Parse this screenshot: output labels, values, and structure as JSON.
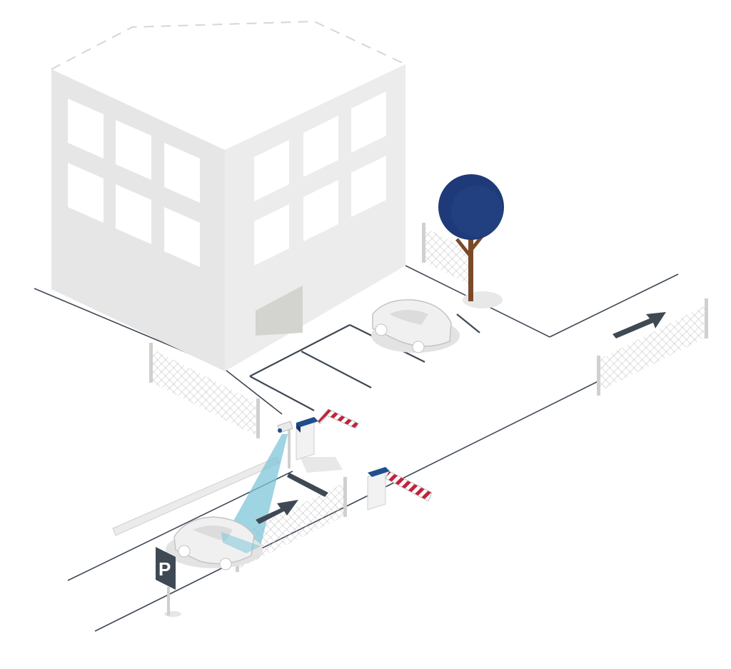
{
  "parking_sign": {
    "letter": "P"
  },
  "colors": {
    "building": "#e6e6e6",
    "building_shade": "#d3d3cf",
    "line": "#3f4954",
    "fence": "#c8c8c8",
    "tree_crown": "#1f3a78",
    "tree_trunk": "#7a4a2a",
    "barrier_box": "#ececec",
    "barrier_cap": "#1f4e8c",
    "barrier_stripe": "#c0243a",
    "camera_beam": "#7fc6da",
    "arrow": "#3f4954",
    "car": "#ececec"
  },
  "icons": [
    "building",
    "tree",
    "parked-car",
    "entering-car",
    "camera",
    "boom-barrier-entry",
    "boom-barrier-exit",
    "fence",
    "direction-arrow",
    "parking-sign"
  ]
}
